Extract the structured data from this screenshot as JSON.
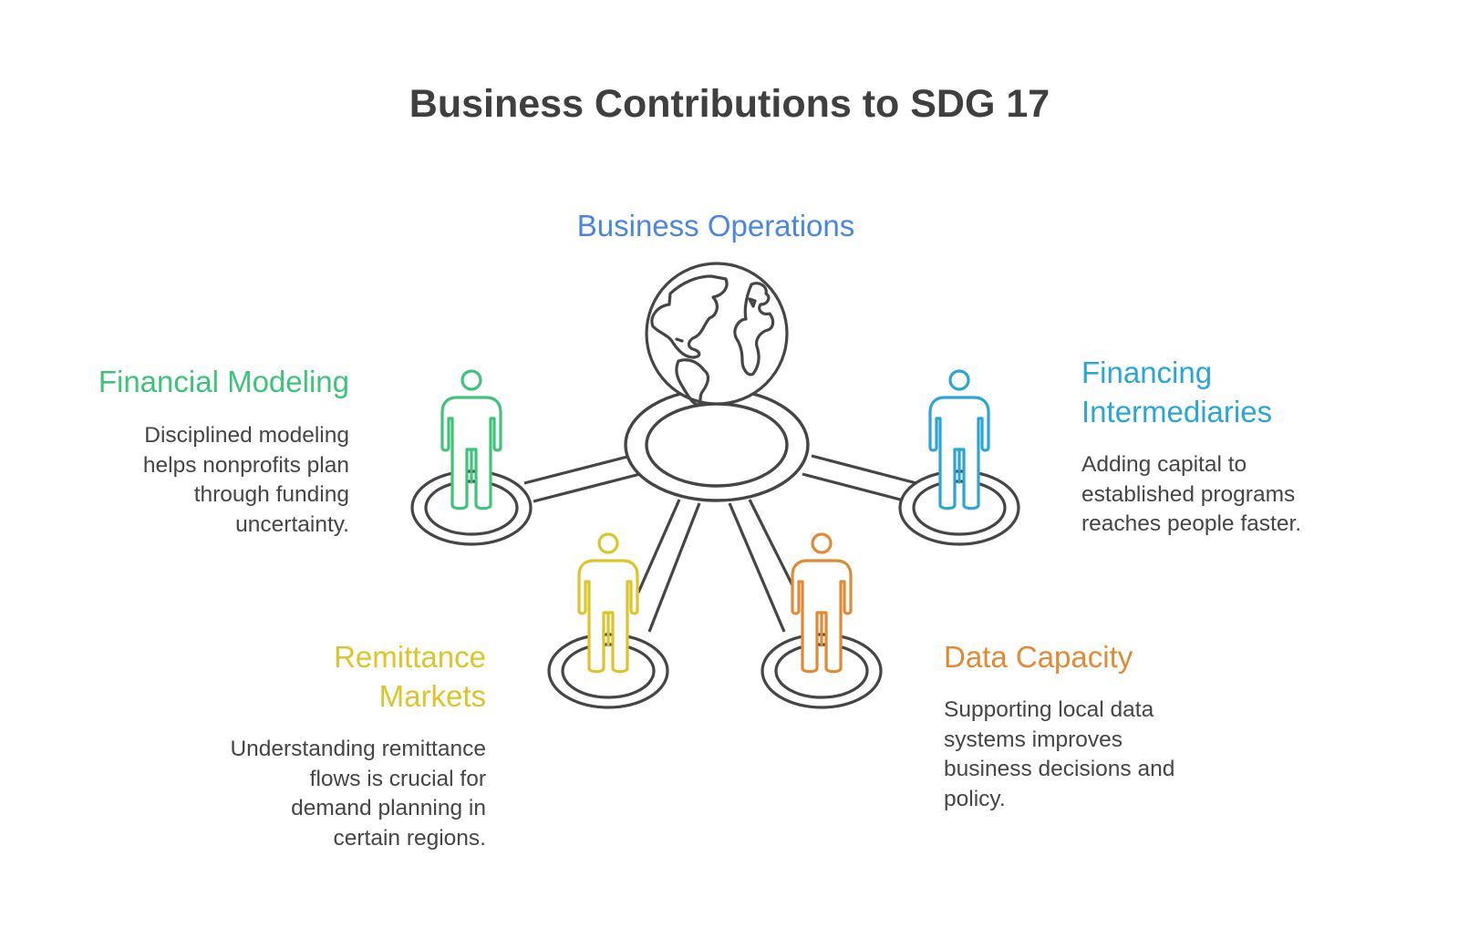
{
  "title": "Business Contributions to SDG 17",
  "center": {
    "label": "Business Operations",
    "color": "#4a86e0",
    "icon": "globe-icon"
  },
  "nodes": [
    {
      "id": "financial-modeling",
      "label": "Financial Modeling",
      "description": "Disciplined modeling helps nonprofits plan through funding uncertainty.",
      "description_lines": [
        "Disciplined modeling",
        "helps nonprofits plan",
        "through funding",
        "uncertainty."
      ],
      "color": "#3ec47a",
      "icon": "person-icon"
    },
    {
      "id": "remittance-markets",
      "label": "Remittance Markets",
      "label_lines": [
        "Remittance",
        "Markets"
      ],
      "description": "Understanding remittance flows is crucial for demand planning in certain regions.",
      "description_lines": [
        "Understanding remittance",
        "flows is crucial for",
        "demand planning in",
        "certain regions."
      ],
      "color": "#dcc52a",
      "icon": "person-icon"
    },
    {
      "id": "data-capacity",
      "label": "Data Capacity",
      "description": "Supporting local data systems improves business decisions and policy.",
      "description_lines": [
        "Supporting local data",
        "systems improves",
        "business decisions and",
        "policy."
      ],
      "color": "#e08a35",
      "icon": "person-icon"
    },
    {
      "id": "financing-intermediaries",
      "label": "Financing Intermediaries",
      "label_lines": [
        "Financing",
        "Intermediaries"
      ],
      "description": "Adding capital to established programs reaches people faster.",
      "description_lines": [
        "Adding capital to",
        "established programs",
        "reaches people faster."
      ],
      "color": "#2aa6d6",
      "icon": "person-icon"
    }
  ],
  "colors": {
    "title": "#3f3f3f",
    "text": "#454545",
    "outline": "#454545"
  }
}
